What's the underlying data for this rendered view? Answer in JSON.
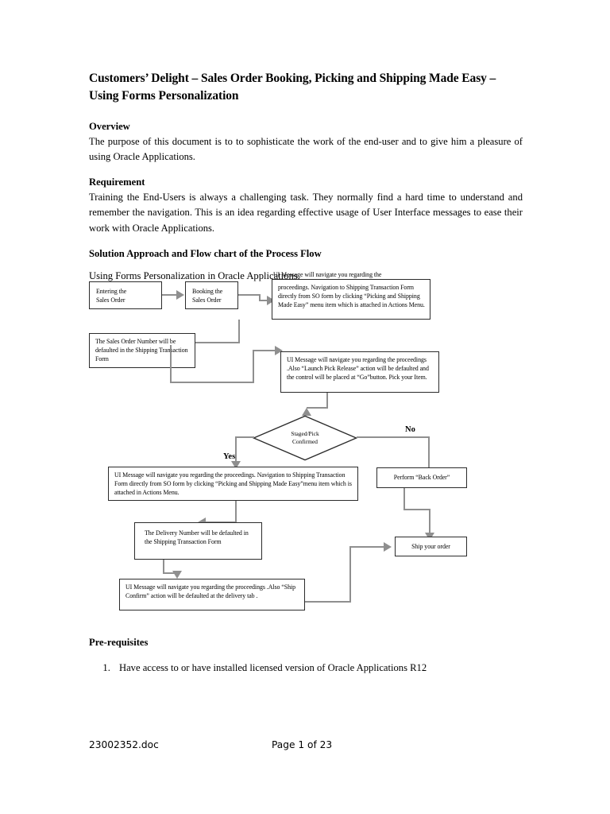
{
  "document": {
    "title": "Customers’ Delight – Sales Order Booking, Picking and Shipping Made Easy – Using Forms Personalization",
    "sections": {
      "overview": {
        "heading": "Overview",
        "body": "The purpose of this document is to to sophisticate the work of the end-user and to give him a pleasure of using Oracle Applications."
      },
      "requirement": {
        "heading": "Requirement",
        "body": "Training the End-Users is always a challenging task. They normally find a hard time to understand and remember the navigation. This is an idea regarding effective usage of User Interface messages to ease their work with Oracle Applications."
      },
      "solution": {
        "heading": "Solution Approach and Flow chart of the Process Flow",
        "body": "Using Forms Personalization in Oracle Applications."
      },
      "prerequisites": {
        "heading": "Pre-requisites",
        "items": [
          "Have access to or have installed licensed version of Oracle Applications R12"
        ]
      }
    }
  },
  "flowchart": {
    "nodes": {
      "entering_sales_order": "Entering the\nSales Order",
      "booking_sales_order": "Booking the\nSales Order",
      "ui_message_navigation": "UI Message will navigate you regarding the proceedings. Navigation to Shipping Transaction Form directly from SO form by clicking “Picking and Shipping Made Easy” menu item which is attached in Actions Menu.",
      "sales_order_number": "The Sales Order Number will be defaulted in the Shipping Transaction Form",
      "ui_message_pick_release": "UI Message will navigate you regarding the proceedings .Also “Launch Pick Release” action will be defaulted and the control will be placed at “Go”button. Pick your Item.",
      "decision_staged_pick": "Staged/Pick\nConfirmed",
      "ui_message_navigation_2": "UI Message will navigate you regarding the proceedings. Navigation to Shipping Transaction Form directly from SO form by clicking “Picking and Shipping Made Easy”menu item which is attached in Actions Menu.",
      "perform_back_order": "Perform “Back Order”",
      "delivery_number": "The Delivery Number will be defaulted in the Shipping Transaction Form",
      "ui_message_ship_confirm": "UI Message will navigate you regarding the proceedings .Also “Ship Confirm” action will be defaulted at the delivery tab .",
      "ship_your_order": "Ship your order"
    },
    "branch_labels": {
      "yes": "Yes",
      "no": "No"
    }
  },
  "footer": {
    "filename": "23002352.doc",
    "page_label": "Page 1 of 23"
  }
}
